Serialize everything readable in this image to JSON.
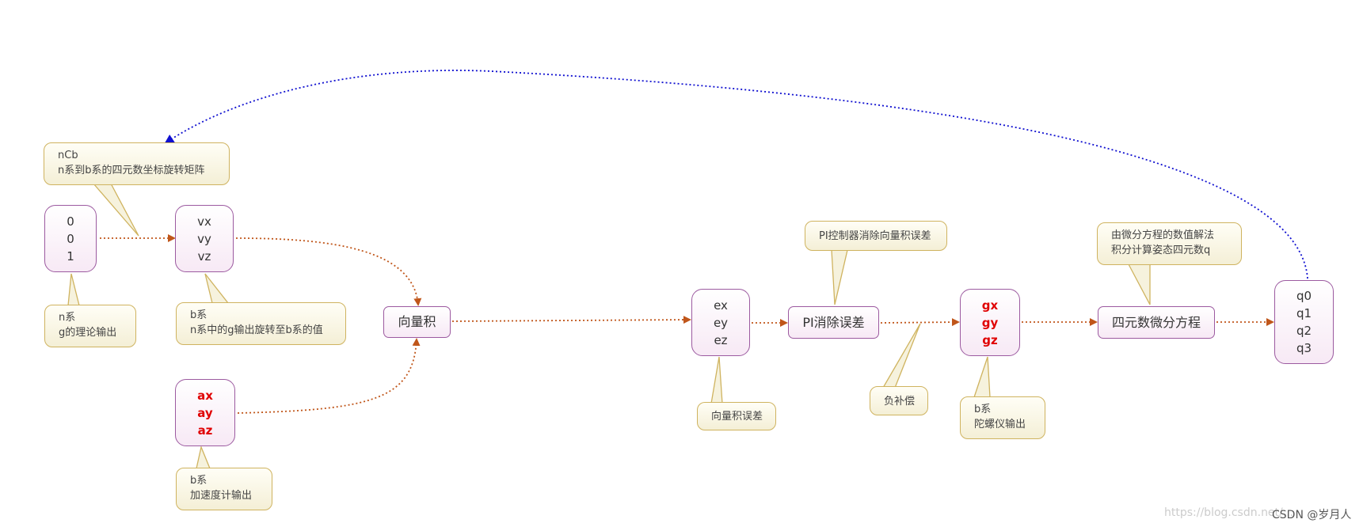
{
  "nodes": {
    "gravity_ref": [
      "0",
      "0",
      "1"
    ],
    "gravity_body": [
      "vx",
      "vy",
      "vz"
    ],
    "accel": [
      "ax",
      "ay",
      "az"
    ],
    "cross": "向量积",
    "error": [
      "ex",
      "ey",
      "ez"
    ],
    "pi": "PI消除误差",
    "gyro": [
      "gx",
      "gy",
      "gz"
    ],
    "diff_eq": "四元数微分方程",
    "quat": [
      "q0",
      "q1",
      "q2",
      "q3"
    ]
  },
  "notes": {
    "ncb": [
      "nCb",
      "n系到b系的四元数坐标旋转矩阵"
    ],
    "n_frame": [
      "n系",
      "g的理论输出"
    ],
    "b_rotated": [
      "b系",
      "n系中的g输出旋转至b系的值"
    ],
    "accel_out": [
      "b系",
      "加速度计输出"
    ],
    "cross_err": [
      "向量积误差"
    ],
    "pi_ctrl": [
      "PI控制器消除向量积误差"
    ],
    "neg_comp": [
      "负补偿"
    ],
    "gyro_out": [
      "b系",
      "陀螺仪输出"
    ],
    "numeric": [
      "由微分方程的数值解法",
      "积分计算姿态四元数q"
    ]
  },
  "colors": {
    "node_border": "#9c5aa0",
    "note_border": "#cfb35f",
    "flow_arrow": "#c0561a",
    "feedback_arrow": "#1010d0",
    "highlight_text": "#e00000"
  },
  "footer": {
    "watermark": "https://blog.csdn.net/...",
    "credit": "CSDN @岁月人"
  }
}
